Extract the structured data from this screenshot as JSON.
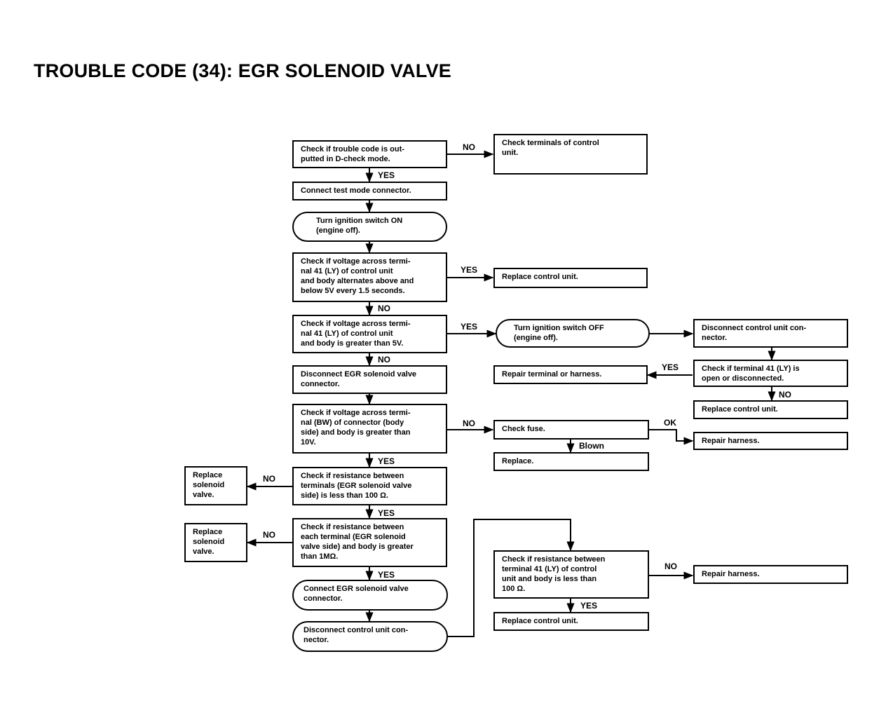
{
  "title": "TROUBLE CODE (34): EGR SOLENOID VALVE",
  "nodes": {
    "n1": "Check if trouble code is out-\nputted in D-check mode.",
    "n1_no": "Check terminals of control\nunit.",
    "n2": "Connect test mode connector.",
    "n3": "Turn ignition switch ON\n(engine off).",
    "n4": "Check if voltage across termi-\nnal 41 (LY) of control unit\nand body alternates above and\nbelow 5V every 1.5 seconds.",
    "n4_yes": "Replace control unit.",
    "n5": "Check if voltage across termi-\nnal 41 (LY) of control unit\nand body is greater than 5V.",
    "n5_yes": "Turn ignition switch OFF\n(engine off).",
    "n5_r2": "Disconnect control unit con-\nnector.",
    "n5_r3": "Check if terminal 41 (LY) is\nopen or disconnected.",
    "n5_r3_yes": "Repair terminal or harness.",
    "n5_r3_no": "Replace control unit.",
    "n6": "Disconnect EGR solenoid valve\nconnector.",
    "n7": "Check if voltage across termi-\nnal (BW) of connector (body\nside) and body is greater than\n10V.",
    "n7_no": "Check fuse.",
    "n7_ok": "Repair harness.",
    "n7_blown": "Replace.",
    "n8": "Check if resistance between\nterminals (EGR solenoid valve\nside) is less than 100 Ω.",
    "n8_no": "Replace\nsolenoid\nvalve.",
    "n9": "Check if resistance between\neach terminal (EGR solenoid\nvalve side) and body is greater\nthan 1MΩ.",
    "n9_no": "Replace\nsolenoid\nvalve.",
    "n10": "Connect EGR solenoid valve\nconnector.",
    "n11": "Disconnect control unit con-\nnector.",
    "n12": "Check if resistance between\nterminal 41 (LY) of control\nunit and body is less than\n100 Ω.",
    "n12_no": "Repair harness.",
    "n12_yes": "Replace control unit."
  },
  "labels": {
    "l1": "NO",
    "l2": "YES",
    "l3": "YES",
    "l4": "NO",
    "l5": "YES",
    "l6": "YES",
    "l7": "NO",
    "l8": "NO",
    "l9": "NO",
    "l10": "OK",
    "l11": "Blown",
    "l12": "YES",
    "l13": "NO",
    "l14": "YES",
    "l15": "NO",
    "l16": "YES",
    "l17": "NO",
    "l18": "YES"
  }
}
